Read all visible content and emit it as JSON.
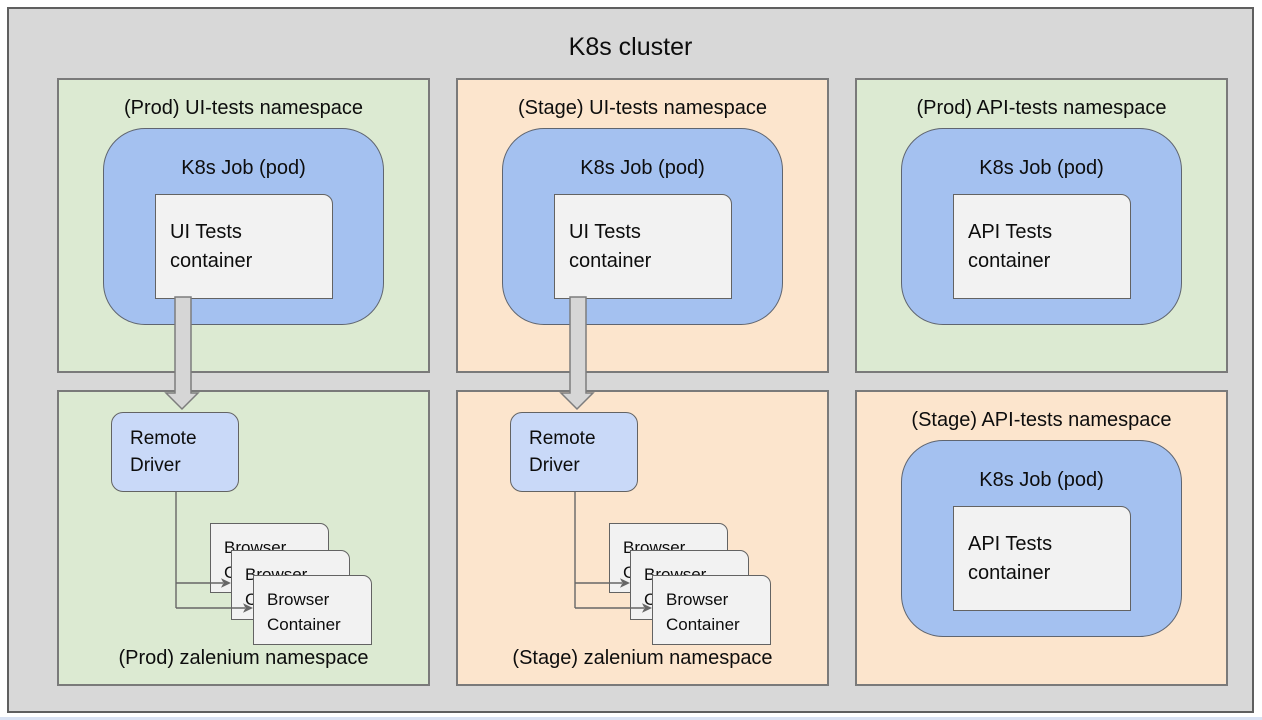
{
  "title": "K8s cluster",
  "colors": {
    "cluster_background": "#d8d8d8",
    "green_panel": "#dcead2",
    "orange_panel": "#fce5cd",
    "job_pod_blue": "#a4c1f0",
    "remote_driver_blue": "#c9d9f8",
    "container_grey": "#f2f2f2",
    "border_grey": "#636363"
  },
  "panels": [
    {
      "title": "(Prod) UI-tests namespace",
      "variant": "green",
      "job_label": "K8s Job (pod)",
      "container_label": "UI Tests\ncontainer"
    },
    {
      "title": "(Stage) UI-tests namespace",
      "variant": "orange",
      "job_label": "K8s Job (pod)",
      "container_label": "UI Tests\ncontainer"
    },
    {
      "title": "(Prod) API-tests namespace",
      "variant": "green",
      "job_label": "K8s Job (pod)",
      "container_label": "API Tests\ncontainer"
    },
    {
      "title": "(Prod) zalenium namespace",
      "variant": "green",
      "driver_label": "Remote\nDriver",
      "browser_containers": [
        "Browser\nContainer",
        "Browser\nContainer",
        "Browser\nContainer"
      ]
    },
    {
      "title": "(Stage) zalenium namespace",
      "variant": "orange",
      "driver_label": "Remote\nDriver",
      "browser_containers": [
        "Browser\nContainer",
        "Browser\nContainer",
        "Browser\nContainer"
      ]
    },
    {
      "title": "(Stage) API-tests namespace",
      "variant": "orange",
      "job_label": "K8s Job (pod)",
      "container_label": "API Tests\ncontainer"
    }
  ],
  "arrows": {
    "ui_tests_to_remote_driver": "UI Tests container → Remote Driver",
    "remote_driver_to_browsers": "Remote Driver → Browser Containers"
  }
}
